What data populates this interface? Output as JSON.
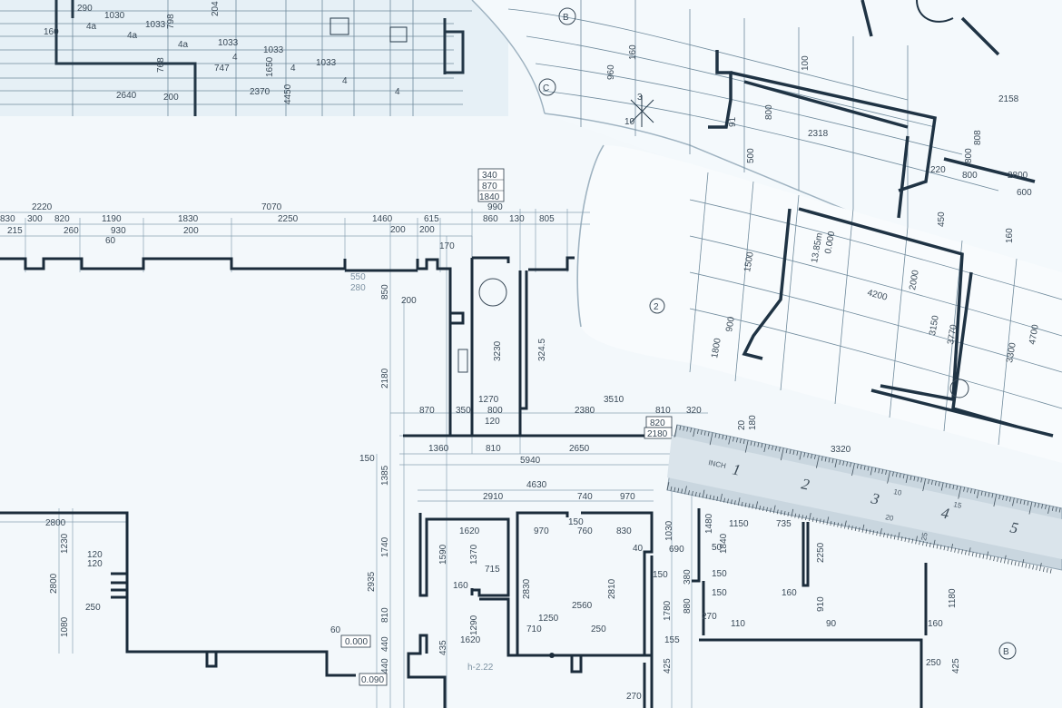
{
  "image": {
    "description_free": true
  },
  "top_sheet": {
    "dims": [
      "290",
      "1030",
      "1033",
      "204",
      "160",
      "4a",
      "4a",
      "4a",
      "798",
      "768",
      "747",
      "1033",
      "1650",
      "4450",
      "1033",
      "2370",
      "2640",
      "200",
      "1033",
      "4",
      "4",
      "4",
      "4"
    ]
  },
  "roll_top_right": {
    "labels": [
      "B",
      "C",
      "960",
      "160",
      "3",
      "10",
      "2318",
      "800",
      "91",
      "500",
      "220",
      "800",
      "2800",
      "600",
      "450",
      "160",
      "2158",
      "100",
      "800",
      "808"
    ]
  },
  "roll_middle_right": {
    "labels": [
      "2",
      "1500",
      "13.85m",
      "0.000",
      "4200",
      "900",
      "1800",
      "3150",
      "3770",
      "2000",
      "3300",
      "4700"
    ]
  },
  "floor_plan": {
    "callout_stack": [
      "340",
      "870",
      "1840"
    ],
    "top_row": [
      "2220",
      "830",
      "300",
      "820",
      "1190",
      "1830",
      "7070",
      "2250",
      "1460",
      "615",
      "990",
      "860",
      "130",
      "805",
      "215",
      "260",
      "930",
      "200",
      "60",
      "200",
      "200",
      "170"
    ],
    "mid_labels": [
      "550",
      "280",
      "850",
      "200",
      "2180",
      "3230",
      "324.5",
      "1270",
      "3510",
      "870",
      "350",
      "800",
      "2380",
      "810",
      "320",
      "120",
      "820",
      "2180",
      "1360",
      "810",
      "2650",
      "5940",
      "150",
      "1385"
    ],
    "bottom_labels": [
      "4630",
      "2910",
      "740",
      "970",
      "1620",
      "150",
      "970",
      "760",
      "830",
      "1030",
      "1590",
      "1370",
      "715",
      "2830",
      "2810",
      "40",
      "690",
      "160",
      "2560",
      "150",
      "1250",
      "1290",
      "710",
      "250",
      "1620",
      "435",
      "440",
      "1780",
      "155",
      "425",
      "2935",
      "1740",
      "810",
      "440",
      "h-2.22",
      "270"
    ],
    "left_labels": [
      "2800",
      "1230",
      "2800",
      "120",
      "120",
      "250",
      "1080",
      "60",
      "0.000",
      "0.090"
    ],
    "right_labels": [
      "1480",
      "1150",
      "735",
      "1840",
      "50",
      "380",
      "150",
      "150",
      "880",
      "270",
      "110",
      "910",
      "90",
      "160",
      "1180",
      "2250",
      "160",
      "250",
      "425",
      "3320",
      "20",
      "180",
      "B"
    ]
  },
  "ruler": {
    "unit": "INCH",
    "numbers": [
      "1",
      "2",
      "3",
      "4",
      "5"
    ],
    "small": [
      "10",
      "15",
      "20",
      "25"
    ]
  }
}
